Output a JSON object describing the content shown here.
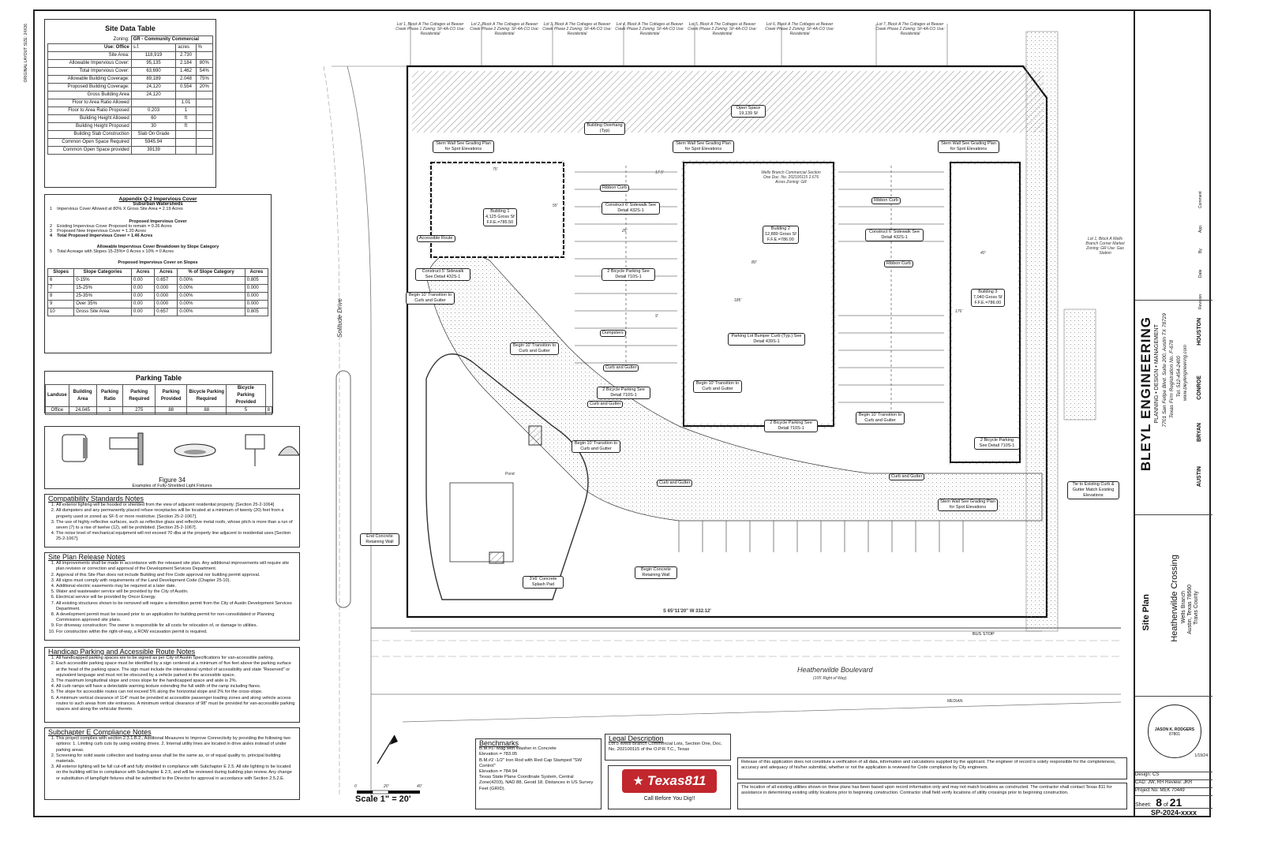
{
  "site_data": {
    "title": "Site Data Table",
    "zoning_label": "Zoning:",
    "zoning": "GR - Community Commercial",
    "use_label": "Use: Office",
    "cols": [
      "s.f.",
      "acres",
      "%"
    ],
    "rows": [
      {
        "label": "Site Area:",
        "sf": "118,919",
        "ac": "2.730",
        "pct": ""
      },
      {
        "label": "Allowable Impervious Cover:",
        "sf": "95,135",
        "ac": "2.184",
        "pct": "80%"
      },
      {
        "label": "Total Impervious Cover:",
        "sf": "63,690",
        "ac": "1.462",
        "pct": "54%"
      },
      {
        "label": "Allowable Building Coverage:",
        "sf": "89,189",
        "ac": "2.048",
        "pct": "75%"
      },
      {
        "label": "Proposed Building Coverage:",
        "sf": "24,120",
        "ac": "0.554",
        "pct": "20%"
      },
      {
        "label": "Gross Building Area",
        "sf": "24,120",
        "ac": "",
        "pct": ""
      },
      {
        "label": "Floor to Area Ratio Allowed",
        "sf": "",
        "ac": "1.01",
        "pct": ""
      },
      {
        "label": "Floor to Area Ratio Proposed",
        "sf": "0.203",
        "ac": "1",
        "pct": ""
      },
      {
        "label": "Building Height Allowed",
        "sf": "60",
        "ac": "ft",
        "pct": ""
      },
      {
        "label": "Building Height Proposed",
        "sf": "30",
        "ac": "ft",
        "pct": ""
      },
      {
        "label": "Building Slab Construction",
        "sf": "Slab On Grade",
        "ac": "",
        "pct": ""
      },
      {
        "label": "Common Open Space Required",
        "sf": "5945.94",
        "ac": "",
        "pct": ""
      },
      {
        "label": "Common Open Space provided",
        "sf": "39139",
        "ac": "",
        "pct": ""
      }
    ]
  },
  "impervious": {
    "title": "Appendix Q-2 Impervious Cover",
    "subtitle": "Suburban Watersheds",
    "line1": "Impervious Cover Allowed at   80%   X Gross Site Area =   2.19 Acres",
    "proposed_header": "Proposed Impervious Cover",
    "p2": "Existing Impervious Cover Proposed to remain =   0.26 Acres",
    "p3": "Proposed New Impervious Cover =   1.20 Acres",
    "p4": "Total Proposed Impervious Cover =   1.46 Acres",
    "slope_header": "Allowable Impervious Cover Breakdown by Slope Category",
    "p5": "Total Acreage with Slopes 15-25%=   0   Acres x 10% =   0   Acres",
    "slopes_header": "Proposed Impervious Cover on Slopes",
    "slope_cols": [
      "Slopes",
      "Slope Categories",
      "Acres",
      "Acres",
      "% of Slope Category",
      "Acres"
    ],
    "slope_rows": [
      [
        "6",
        "0-15%",
        "0.00",
        "0.657",
        "0.00%",
        "0.805"
      ],
      [
        "7",
        "15-25%",
        "0.00",
        "0.000",
        "0.00%",
        "0.000"
      ],
      [
        "8",
        "25-35%",
        "0.00",
        "0.000",
        "0.00%",
        "0.000"
      ],
      [
        "9",
        "Over 35%",
        "0.00",
        "0.000",
        "0.00%",
        "0.000"
      ],
      [
        "10",
        "Gross Site Area",
        "0.00",
        "0.657",
        "0.00%",
        "0.805"
      ]
    ]
  },
  "parking": {
    "title": "Parking Table",
    "cols": [
      "Landuse",
      "Building Area",
      "Parking Ratio",
      "Parking Required",
      "Parking Provided",
      "Bicycle Parking Required",
      "Bicycle Parking Provided"
    ],
    "row": [
      "Office",
      "24,045",
      "1",
      "275",
      "88",
      "88",
      "5",
      "8"
    ]
  },
  "fixtures": {
    "caption": "Figure 34",
    "sub": "Examples of Fully-Shielded Light Fixtures"
  },
  "compat": {
    "title": "Compatibility Standards Notes",
    "items": [
      "All exterior lighting will be hooded or shielded from the view of adjacent residential property. [Section 25-2-1064]",
      "All dumpsters and any permanently placed refuse receptacles will be located at a minimum of twenty (20) feet from a property used or zoned as SF-5 or more restrictive. [Section 25-2-1067].",
      "The use of highly reflective surfaces, such as reflective glass and reflective metal roofs, whose pitch is more than a run of seven (7) to a rise of twelve (12), will be prohibited. [Section 25-2-1067].",
      "The noise level of mechanical equipment will not exceed 70 dba at the property line adjacent to residential uses [Section 25-2-1067]."
    ]
  },
  "release": {
    "title": "Site Plan Release Notes",
    "items": [
      "All improvements shall be made in accordance with the released site plan. Any additional improvements will require site plan revision or correction and approval of the Development Services Department.",
      "Approval of this Site Plan does not include Building and Fire Code approval nor building permit approval.",
      "All signs must comply with requirements of the Land Development Code (Chapter 25-10).",
      "Additional electric easements may be required at a later date.",
      "Water and wastewater service will be provided by the City of Austin.",
      "Electrical service will be provided by Oncor Energy.",
      "All existing structures shown to be removed will require a demolition permit from the City of Austin Development Services Department.",
      "A development permit must be issued prior to an application for building permit for non-consolidated or Planning Commission approved site plans.",
      "For driveway construction: The owner is responsible for all costs for relocation of, or damage to utilities.",
      "For construction within the right-of-way, a ROW excavation permit is required."
    ]
  },
  "handicap": {
    "title": "Handicap Parking and Accessible Route Notes",
    "items": [
      "All handicapped parking spaces are to be signed as per City of Austin Specifications for van-accessible parking.",
      "Each accessible parking space must be identified by a sign centered at a minimum of five feet above the parking surface at the head of the parking space. The sign must include the international symbol of accessibility and state \"Reserved\" or equivalent language and must not be obscured by a vehicle parked in the accessible space.",
      "The maximum longitudinal slope and cross slope for the handicapped space and aisle is 2%.",
      "All curb ramps will have a detectable warning texture extending the full width of the ramp including flares.",
      "The slope for accessible routes can not exceed 5% along the horizontal slope and 2% for the cross-slope.",
      "A minimum vertical clearance of 114\" must be provided at accessible passenger loading zones and along vehicle access routes to such areas from site entrances. A minimum vertical clearance of 98\" must be provided for van-accessible parking spaces and along the vehicular thereto."
    ]
  },
  "subchapter": {
    "title": "Subchapter E Compliance Notes",
    "items": [
      "This project complies with section 2.3.1.B.2., Additional Measures to Improve Connectivity by providing the following two options: 1. Limiting curb cuts by using existing drives. 2. Internal utility lines are located in drive aisles instead of under parking areas.",
      "Screening for solid waste collection and loading areas shall be the same as, or of equal quality to, principal building materials.",
      "All exterior lighting will be full cut-off and fully shielded in compliance with Subchapter E 2.5. All site lighting to be located on the building will be in compliance with Subchapter E 2.5, and will be reviewed during building plan review. Any change or substitution of lamp/light fixtures shall be submitted to the Director for approval in accordance with Section 2.5.2.E."
    ]
  },
  "scale": "Scale 1\" = 20'",
  "scale_ticks": [
    "0",
    "20'",
    "40'"
  ],
  "benchmarks": {
    "title": "Benchmarks",
    "lines": [
      "B.M.#1- Mag with Washer in Concrete",
      "Elevation = 783.05",
      "B.M.#2 -1/2\" Iron Rod with Red Cap Stamped \"SW Control\"",
      "Elevation = 784.94",
      "Texas State Plane Coordinate System, Central Zone(4203), NAD 88, Geoid 18. Distances in US Survey Feet (GRID)."
    ]
  },
  "legal": {
    "title": "Legal Description",
    "text": "Lot 5 Wells Branch Commercial Lots, Section One, Doc. No. 202100115 of the O.P.R.T.C., Texas"
  },
  "texas811": {
    "brand": "Texas811",
    "tag": "Call Before You Dig!!"
  },
  "disclaimer1": "Release of this application does not constitute a verification of all data, information and calculations supplied by the applicant. The engineer of record is solely responsible for the completeness, accuracy and adequacy of his/her submittal, whether or not the application is reviewed for Code compliance by City engineers.",
  "disclaimer2": "The location of all existing utilities shown on these plans has been based upon record information only and may not match locations as constructed. The contractor shall contact Texas 811 for assistance in determining existing utility locations prior to beginning construction. Contractor shall field verify locations of utility crossings prior to beginning construction.",
  "plan": {
    "buildings": [
      {
        "name": "Building 1",
        "area": "4,125 Gross Sf",
        "ffe": "F.F.E.=785.50"
      },
      {
        "name": "Building 2",
        "area": "12,880 Gross Sf",
        "ffe": "F.F.E.=786.00"
      },
      {
        "name": "Building 3",
        "area": "7,040 Gross Sf",
        "ffe": "F.F.E.=786.00"
      }
    ],
    "callouts": [
      "Stem Wall See Grading Plan for Spot Elevations",
      "Building Overhang (Typ)",
      "Stem Wall See Grading Plan for Spot Elevations",
      "Stem Wall See Grading Plan for Spot Elevations",
      "Open Space 19,139 Sf",
      "Ribbon Curb",
      "Construct 6' Sidewalk See Detail 432S-1",
      "Ribbon Curb",
      "Construct 6' Sidewalk See Detail 432S-1",
      "Accessible Route",
      "Construct 5' Sidewalk See Detail 432S-1",
      "2 Bicycle Parking See Detail 710S-1",
      "Ribbon Curb",
      "Begin 10' Transition to Curb and Gutter",
      "Dumpsters",
      "Parking Lot Bumper Curb (Typ.) See Detail 439S-1",
      "Begin 10' Transition to Curb and Gutter",
      "Curb and Gutter",
      "Begin 10' Transition to Curb and Gutter",
      "2 Bicycle Parking See Detail 710S-1",
      "Curb and Gutter",
      "Begin 10' Transition to Curb and Gutter",
      "2 Bicycle Parking See Detail 710S-1",
      "2 Bicycle Parking See Detail 710S-1",
      "Begin 10' Transition to Curb and Gutter",
      "Curb and Gutter",
      "Curb and Gutter",
      "Tie to Existing Curb & Gutter Match Existing Elevations",
      "Stem Wall See Grading Plan for Spot Elevations",
      "End Concrete Retaining Wall",
      "3'x6' Concrete Splash Pad",
      "Begin Concrete Retaining Wall",
      "Pond"
    ],
    "road_west": "Solitude Drive",
    "road_south": "Heatherwilde Boulevard",
    "road_south_sub": "(105' Right of Way)",
    "bus_stop": "BUS STOP",
    "median": "MEDIAN",
    "bearing_south": "S 65°11'20\" W 332.12'",
    "wells_branch": "Wells Branch Commercial Section One Doc. No. 202100115 2.676 Acres Zoning: GR",
    "dim_80": "80'",
    "dim_185": "185'",
    "dim_75": "75'",
    "dim_40": "40'",
    "dim_25": "25'",
    "dim_17": "17.5'",
    "dim_9": "9'",
    "dim_55": "55'",
    "dim_176": "176'",
    "lots": [
      "Lot 1, Block A The Cottages at Beaver Creek Phase 1 Zoning: SF-4A-CO Use: Residential",
      "Lot 2, Block A The Cottages at Beaver Creek Phase 2 Zoning: SF-4A-CO Use: Residential",
      "Lot 3, Block A The Cottages at Beaver Creek Phase 2 Zoning: SF-4A-CO Use: Residential",
      "Lot 4, Block A The Cottages at Beaver Creek Phase 2 Zoning: SF-4A-CO Use: Residential",
      "Lot 5, Block A The Cottages at Beaver Creek Phase 2 Zoning: SF-4A-CO Use: Residential",
      "Lot 6, Block A The Cottages at Beaver Creek Phase 2 Zoning: SF-4A-CO Use: Residential",
      "Lot 7, Block A The Cottages at Beaver Creek Phase 2 Zoning: SF-4A-CO Use: Residential"
    ],
    "lot_east": "Lot 1, Block A Wells Branch Corner Market Zoning: GR Use: Gas Station"
  },
  "title_block": {
    "firm": "BLEYL ENGINEERING",
    "firm_sub": "PLANNING • DESIGN • MANAGEMENT",
    "address": "7701 San Felipe Blvd. Suite 200, Austin TX 78729",
    "reg": "Texas Firm Registration No. F-678",
    "tel": "Tel. 512-454-2400",
    "web": "www.bleylengineering.com",
    "offices": [
      "AUSTIN",
      "BRYAN",
      "CONROE",
      "HOUSTON"
    ],
    "rev_cols": [
      "Revision",
      "Date",
      "By",
      "App.",
      "Comment"
    ],
    "sheet_title": "Site Plan",
    "project": "Heatherwilde Crossing",
    "proj_lines": [
      "Wells Branch",
      "Austin, Texas 78660",
      "Travis County"
    ],
    "seal_name": "JASON K. RODGERS",
    "seal_no": "87801",
    "seal_date": "1/19/24",
    "design": "Design:   CS",
    "cad": "CAD:   JW, RH   Review:   JKR",
    "project_no": "Project No:   MEK 70449",
    "sheet_label": "Sheet:",
    "sheet_num": "8",
    "of": "of",
    "sheet_total": "21",
    "sp_number": "SP-2024-xxxx"
  },
  "side_text": "ORIGINAL LAYOUT SIZE: 24X36"
}
